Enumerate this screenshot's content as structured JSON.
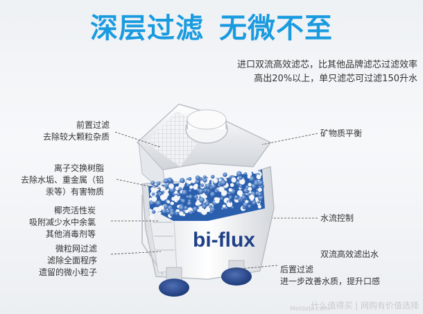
{
  "headline": {
    "part1": "深层过滤",
    "part2": "无微不至"
  },
  "intro": {
    "line1": "进口双流高效滤芯，比其他品牌滤芯过滤效率",
    "line2": "高出20%以上，单只滤芯可过滤150升水"
  },
  "labels_left": [
    {
      "line1": "前置过滤",
      "line2": "去除较大颗粒杂质"
    },
    {
      "line1": "离子交换树脂",
      "line2": "去除水垢、重金属（铅",
      "line3": "汞等）有害物质"
    },
    {
      "line1": "椰壳活性炭",
      "line2": "吸附减少水中余氯",
      "line3": "其他消毒剂等"
    },
    {
      "line1": "微粒网过滤",
      "line2": "滤除全面程序",
      "line3": "遗留的微小粒子"
    }
  ],
  "labels_right": {
    "mineral": "矿物质平衡",
    "flow": "水流控制",
    "dual_out": "双流高效滤出水",
    "post_line1": "后置过滤",
    "post_line2": "进一步改善水质，提升口感"
  },
  "brand": "bi-flux",
  "watermark": "什么值得买 | 网购有价值选择",
  "watermark_site": "Meldebi.com",
  "colors": {
    "title": "#1a9be0",
    "resin_blue": "#2a5fae",
    "cap_blue": "#1f3f86"
  }
}
